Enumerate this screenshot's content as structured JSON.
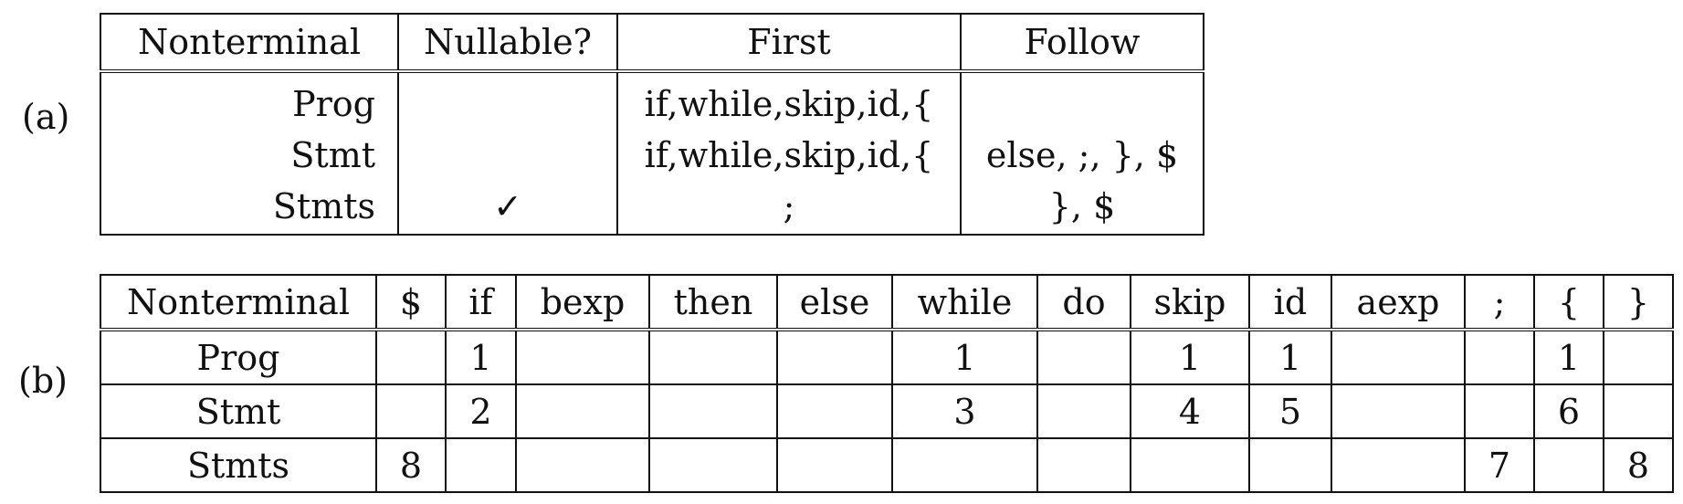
{
  "part_a": {
    "label": "(a)",
    "headers": [
      "Nonterminal",
      "Nullable?",
      "First",
      "Follow"
    ],
    "rows": [
      {
        "nonterminal": "Prog",
        "nullable": "",
        "first": "if,while,skip,id,{",
        "follow": ""
      },
      {
        "nonterminal": "Stmt",
        "nullable": "",
        "first": "if,while,skip,id,{",
        "follow": "else, ;, }, $"
      },
      {
        "nonterminal": "Stmts",
        "nullable": "✓",
        "first": ";",
        "follow": "}, $"
      }
    ]
  },
  "part_b": {
    "label": "(b)",
    "headers": [
      "Nonterminal",
      "$",
      "if",
      "bexp",
      "then",
      "else",
      "while",
      "do",
      "skip",
      "id",
      "aexp",
      ";",
      "{",
      "}"
    ],
    "rows": [
      {
        "nonterminal": "Prog",
        "cells": [
          "",
          "1",
          "",
          "",
          "",
          "1",
          "",
          "1",
          "1",
          "",
          "",
          "1",
          ""
        ]
      },
      {
        "nonterminal": "Stmt",
        "cells": [
          "",
          "2",
          "",
          "",
          "",
          "3",
          "",
          "4",
          "5",
          "",
          "",
          "6",
          ""
        ]
      },
      {
        "nonterminal": "Stmts",
        "cells": [
          "8",
          "",
          "",
          "",
          "",
          "",
          "",
          "",
          "",
          "",
          "7",
          "",
          "8"
        ]
      }
    ]
  }
}
